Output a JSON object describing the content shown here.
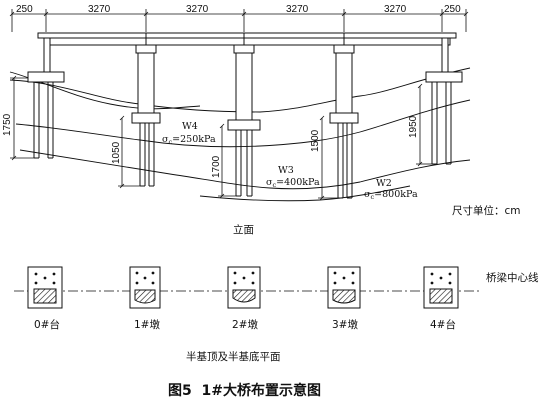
{
  "dimensions": {
    "top_spans": [
      "250",
      "3270",
      "3270",
      "3270",
      "3270",
      "250"
    ],
    "left_vertical": "1750",
    "pier1_pile": "1050",
    "pier2_pile": "1700",
    "pier3_pile": "1500",
    "abutment4_pile": "1950"
  },
  "layers": {
    "w4_name": "W4",
    "w4_sigma": "σ",
    "w4_sub": "c",
    "w4_value": "=250kPa",
    "w3_name": "W3",
    "w3_sigma": "σ",
    "w3_sub": "c",
    "w3_value": "=400kPa",
    "w2_name": "W2",
    "w2_sigma": "σ",
    "w2_sub": "c",
    "w2_value": "=800kPa"
  },
  "unit_note": "尺寸单位：cm",
  "elevation_caption": "立面",
  "plan": {
    "centerline_label": "桥梁中心线",
    "supports": [
      "0#台",
      "1#墩",
      "2#墩",
      "3#墩",
      "4#台"
    ],
    "caption": "半基顶及半基底平面"
  },
  "figure_title": "图5  1#大桥布置示意图"
}
